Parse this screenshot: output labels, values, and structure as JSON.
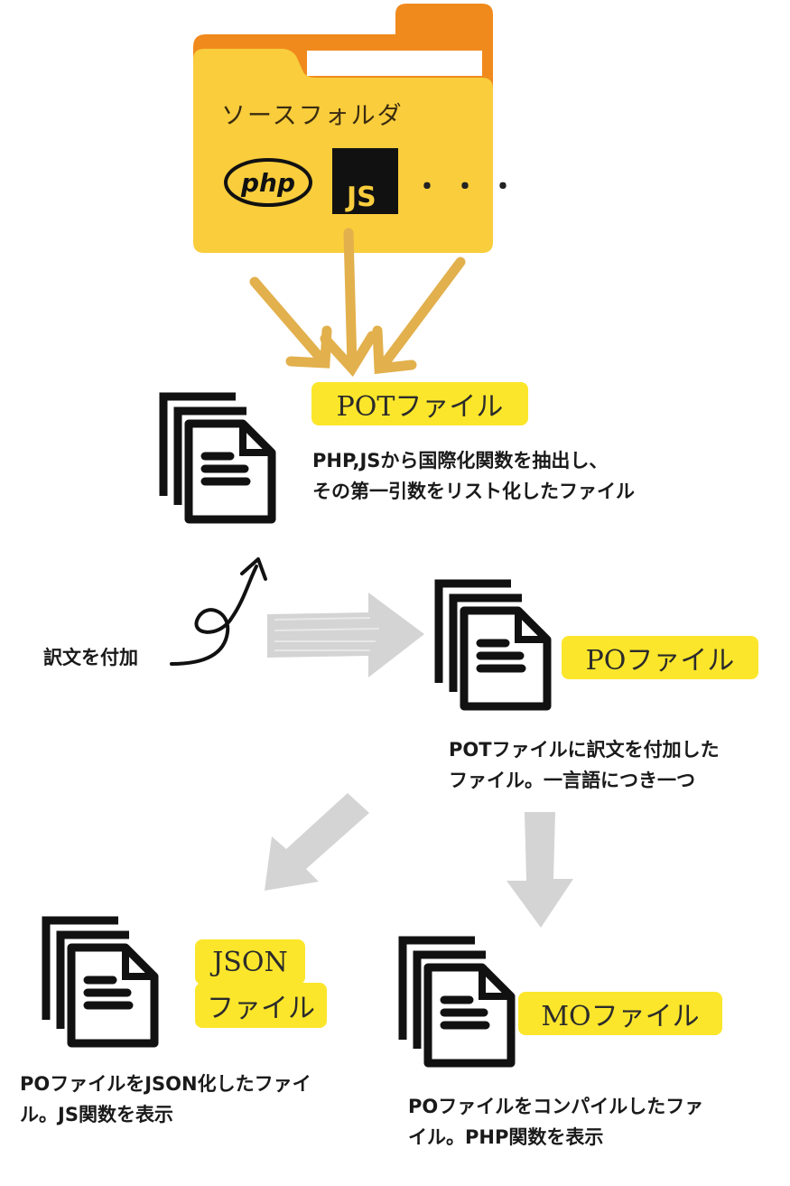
{
  "folder": {
    "title": "ソースフォルダ",
    "dots": "・・・",
    "php_logo_text": "php",
    "js_logo_text": "JS"
  },
  "pot": {
    "label": "POTファイル",
    "desc_line1": "PHP,JSから国際化関数を抽出し、",
    "desc_line2": "その第一引数をリスト化したファイル"
  },
  "translate": {
    "label": "訳文を付加"
  },
  "po": {
    "label": "POファイル",
    "desc_line1": "POTファイルに訳文を付加した",
    "desc_line2": "ファイル。一言語につき一つ"
  },
  "json": {
    "label_line1": "JSON",
    "label_line2": "ファイル",
    "desc_line1": "POファイルをJSON化したファイ",
    "desc_line2": "ル。JS関数を表示"
  },
  "mo": {
    "label": "MOファイル",
    "desc_line1": "POファイルをコンパイルしたファ",
    "desc_line2": "イル。PHP関数を表示"
  },
  "colors": {
    "folder_back": "#f08a1c",
    "folder_front": "#f9cd3c",
    "arrow_gold": "#e2b04c",
    "highlight": "#fbe62b",
    "arrow_gray": "#cfcfcf",
    "ink": "#111111"
  }
}
